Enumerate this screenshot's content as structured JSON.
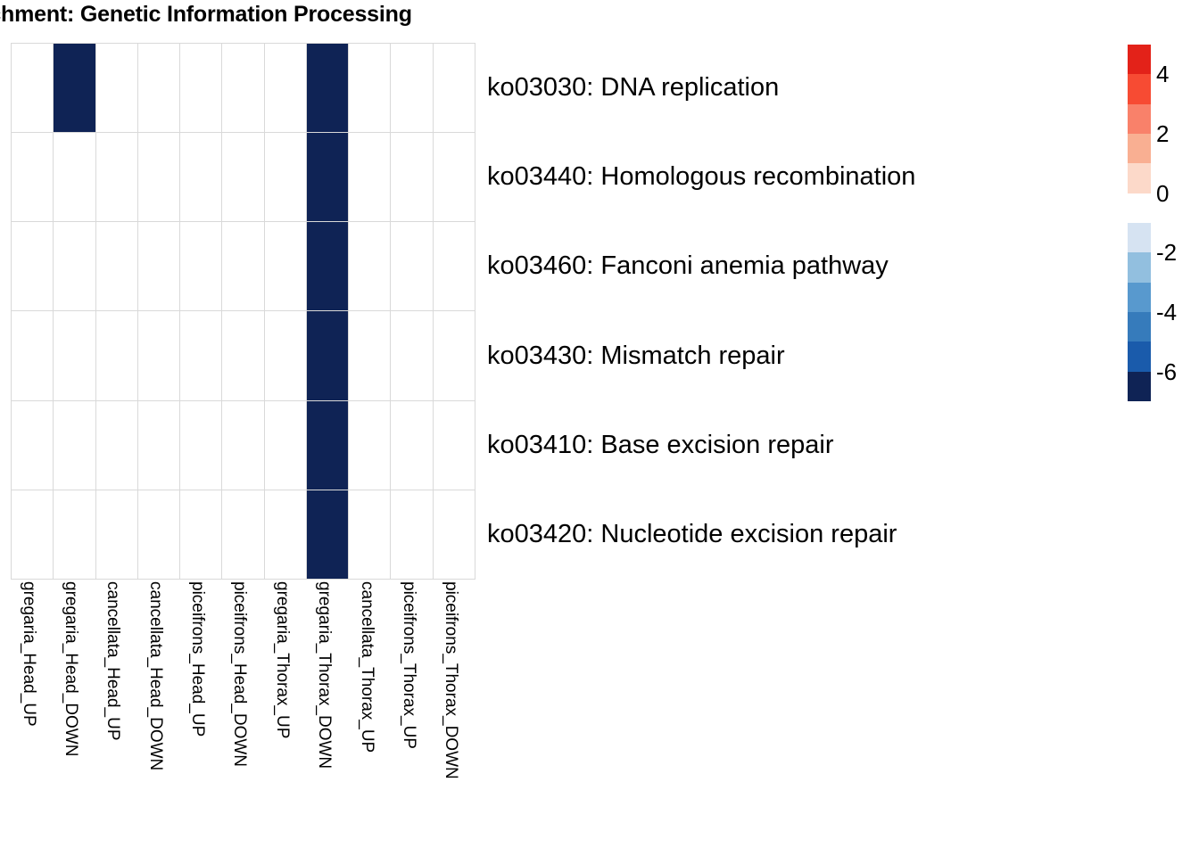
{
  "chart_data": {
    "type": "heatmap",
    "title": "nrichment: Genetic Information Processing",
    "title_note": "title is clipped at the left edge of the screenshot",
    "xlabel": "",
    "ylabel": "",
    "grid": true,
    "categories": [
      "gregaria_Head_UP",
      "gregaria_Head_DOWN",
      "cancellata_Head_UP",
      "cancellata_Head_DOWN",
      "piceifrons_Head_UP",
      "piceifrons_Head_DOWN",
      "gregaria_Thorax_UP",
      "gregaria_Thorax_DOWN",
      "cancellata_Thorax_UP",
      "piceifrons_Thorax_UP",
      "piceifrons_Thorax_DOWN"
    ],
    "rows": [
      "ko03030: DNA replication",
      "ko03440: Homologous recombination",
      "ko03460: Fanconi anemia pathway",
      "ko03430: Mismatch repair",
      "ko03410: Base excision repair",
      "ko03420: Nucleotide excision repair"
    ],
    "values": [
      [
        null,
        -6.5,
        null,
        null,
        null,
        null,
        null,
        -6.5,
        null,
        null,
        null
      ],
      [
        null,
        null,
        null,
        null,
        null,
        null,
        null,
        -6.5,
        null,
        null,
        null
      ],
      [
        null,
        null,
        null,
        null,
        null,
        null,
        null,
        -6.5,
        null,
        null,
        null
      ],
      [
        null,
        null,
        null,
        null,
        null,
        null,
        null,
        -6.5,
        null,
        null,
        null
      ],
      [
        null,
        null,
        null,
        null,
        null,
        null,
        null,
        -6.5,
        null,
        null,
        null
      ],
      [
        null,
        null,
        null,
        null,
        null,
        null,
        null,
        -6.5,
        null,
        null,
        null
      ]
    ],
    "empty_cell_color": "#ffffff",
    "grid_line_color": "#d9d9d9",
    "filled_cell_color": "#0f2355",
    "colorbar": {
      "ticks": [
        4,
        2,
        0,
        -2,
        -4,
        -6
      ],
      "tick_labels": [
        "4",
        "2",
        "0",
        "-2",
        "-4",
        "-6"
      ],
      "zlim": [
        -7,
        5
      ],
      "position": "right",
      "bands": [
        {
          "color": "#e32219",
          "label": "5"
        },
        {
          "color": "#f74b33",
          "label": "4"
        },
        {
          "color": "#f9816a",
          "label": "3"
        },
        {
          "color": "#f9af92",
          "label": "2"
        },
        {
          "color": "#fcd9c9",
          "label": "1"
        },
        {
          "color": "#ffffff",
          "label": "0"
        },
        {
          "color": "#d6e3f2",
          "label": "-1"
        },
        {
          "color": "#92bfdf",
          "label": "-2"
        },
        {
          "color": "#5899ce",
          "label": "-3"
        },
        {
          "color": "#367bbb",
          "label": "-4"
        },
        {
          "color": "#1a5bab",
          "label": "-5"
        },
        {
          "color": "#0f2355",
          "label": "-6"
        }
      ]
    }
  }
}
